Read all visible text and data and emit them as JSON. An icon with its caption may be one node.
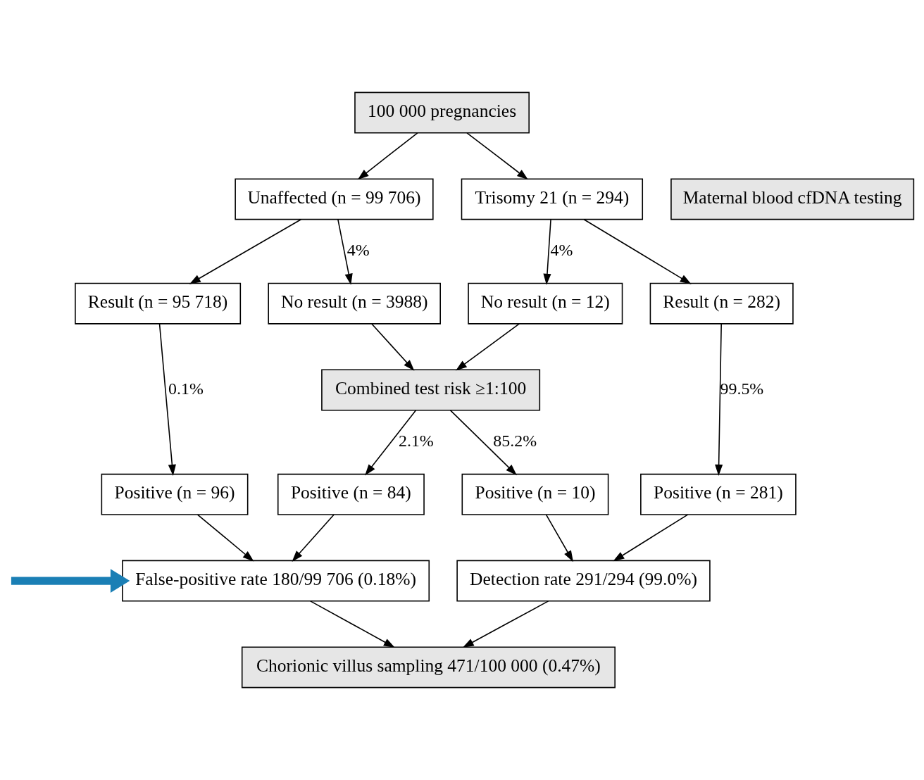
{
  "diagram": {
    "nodes": [
      {
        "text": [
          "100 000 pregnancies"
        ]
      },
      {
        "text": [
          "Unaffected (n = 99 706)"
        ]
      },
      {
        "text": [
          "Trisomy 21 (n = 294)"
        ]
      },
      {
        "text": [
          "Maternal blood cfDNA testing"
        ]
      },
      {
        "text": [
          "Result (n = 95 718)"
        ]
      },
      {
        "text": [
          "No result (n = 3988)"
        ]
      },
      {
        "text": [
          "No result (n = 12)"
        ]
      },
      {
        "text": [
          "Result (n = 282)"
        ]
      },
      {
        "text": [
          "Combined test risk ≥1:100"
        ]
      },
      {
        "text": [
          "Positive (n = 96)"
        ]
      },
      {
        "text": [
          "Positive (n = 84)"
        ]
      },
      {
        "text": [
          "Positive (n = 10)"
        ]
      },
      {
        "text": [
          "Positive (n = 281)"
        ]
      },
      {
        "text": [
          "False-positive rate 180/99 706 (0.18%)"
        ]
      },
      {
        "text": [
          "Detection rate 291/294 (99.0%)"
        ]
      },
      {
        "text": [
          "Chorionic villus sampling 471/100 000 (0.47%)"
        ]
      }
    ],
    "edges": [
      {
        "from": 0,
        "to": 1,
        "arrow": "to"
      },
      {
        "from": 0,
        "to": 2,
        "arrow": "to"
      },
      {
        "from": 1,
        "to": 4,
        "arrow": "to"
      },
      {
        "from": 1,
        "to": 5,
        "arrow": "to",
        "label": "4%"
      },
      {
        "from": 2,
        "to": 6,
        "arrow": "to",
        "label": "4%"
      },
      {
        "from": 2,
        "to": 7,
        "arrow": "to"
      },
      {
        "from": 4,
        "to": 9,
        "arrow": "to",
        "label": "0.1%"
      },
      {
        "from": 7,
        "to": 12,
        "arrow": "to",
        "label": "99.5%"
      },
      {
        "from": 5,
        "to": 8,
        "arrow": "to"
      },
      {
        "from": 6,
        "to": 8,
        "arrow": "to"
      },
      {
        "from": 8,
        "to": 10,
        "arrow": "to",
        "label": "2.1%"
      },
      {
        "from": 8,
        "to": 11,
        "arrow": "to",
        "label": "85.2%"
      },
      {
        "from": 9,
        "to": 13,
        "arrow": "to"
      },
      {
        "from": 10,
        "to": 13,
        "arrow": "to"
      },
      {
        "from": 11,
        "to": 14,
        "arrow": "to"
      },
      {
        "from": 12,
        "to": 14,
        "arrow": "to"
      },
      {
        "from": 13,
        "to": 15,
        "arrow": "to"
      },
      {
        "from": 14,
        "to": 15,
        "arrow": "to"
      },
      {
        "from": null,
        "to": 13,
        "arrow": "to",
        "style": "thick",
        "color": "#1a7fb5"
      }
    ]
  }
}
